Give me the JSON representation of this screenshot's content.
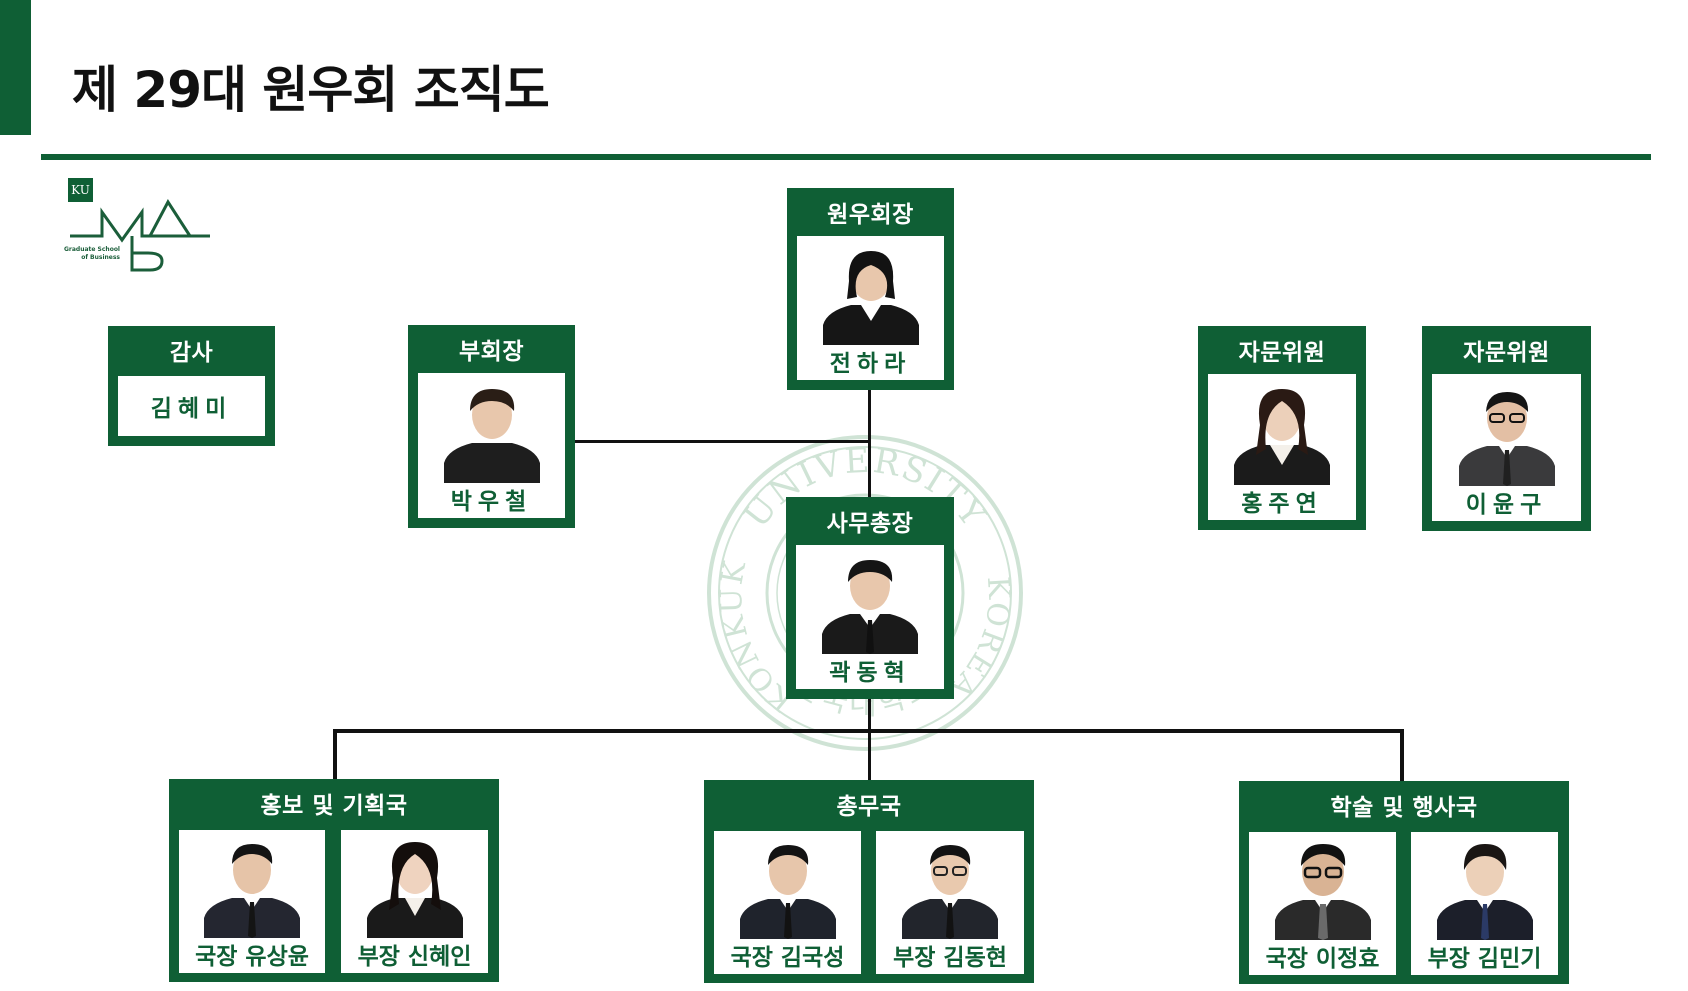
{
  "page": {
    "title": "제 29대 원우회 조직도"
  },
  "logo": {
    "ku": "KU",
    "tagline_line1": "Graduate School",
    "tagline_line2": "of Business"
  },
  "seal": {
    "top_text": "UNIVERSITY",
    "left_text": "KONKUK",
    "right_text": "KOREA",
    "bottom_text": "건국대학교"
  },
  "colors": {
    "brand_green": "#0f5f35",
    "line": "#111111",
    "seal": "#cfe3d5"
  },
  "president": {
    "role": "원우회장",
    "name": "전하라"
  },
  "vice_president": {
    "role": "부회장",
    "name": "박우철"
  },
  "secretary_general": {
    "role": "사무총장",
    "name": "곽동혁"
  },
  "auditor": {
    "role": "감사",
    "name": "김혜미"
  },
  "advisors": [
    {
      "role": "자문위원",
      "name": "홍주연"
    },
    {
      "role": "자문위원",
      "name": "이윤구"
    }
  ],
  "departments": [
    {
      "title": "홍보 및 기획국",
      "members": [
        {
          "label": "국장 유상윤"
        },
        {
          "label": "부장 신혜인"
        }
      ]
    },
    {
      "title": "총무국",
      "members": [
        {
          "label": "국장 김국성"
        },
        {
          "label": "부장 김동현"
        }
      ]
    },
    {
      "title": "학술 및 행사국",
      "members": [
        {
          "label": "국장 이정효"
        },
        {
          "label": "부장 김민기"
        }
      ]
    }
  ]
}
